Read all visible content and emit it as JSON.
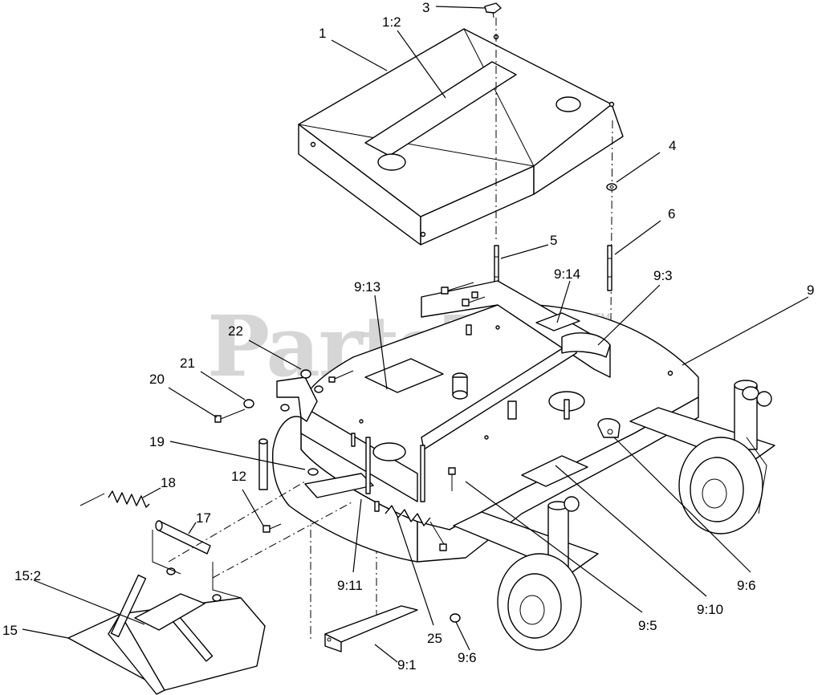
{
  "watermark": {
    "text": "PartsTree",
    "trademark": "TM"
  },
  "callouts": [
    {
      "id": "c-1",
      "label": "1"
    },
    {
      "id": "c-1-2",
      "label": "1:2"
    },
    {
      "id": "c-3",
      "label": "3"
    },
    {
      "id": "c-4",
      "label": "4"
    },
    {
      "id": "c-5",
      "label": "5"
    },
    {
      "id": "c-6",
      "label": "6"
    },
    {
      "id": "c-9",
      "label": "9"
    },
    {
      "id": "c-9-13",
      "label": "9:13"
    },
    {
      "id": "c-9-14",
      "label": "9:14"
    },
    {
      "id": "c-9-3",
      "label": "9:3"
    },
    {
      "id": "c-22",
      "label": "22"
    },
    {
      "id": "c-21",
      "label": "21"
    },
    {
      "id": "c-20",
      "label": "20"
    },
    {
      "id": "c-19",
      "label": "19"
    },
    {
      "id": "c-18",
      "label": "18"
    },
    {
      "id": "c-17",
      "label": "17"
    },
    {
      "id": "c-12",
      "label": "12"
    },
    {
      "id": "c-15-2",
      "label": "15:2"
    },
    {
      "id": "c-15",
      "label": "15"
    },
    {
      "id": "c-9-11",
      "label": "9:11"
    },
    {
      "id": "c-9-1",
      "label": "9:1"
    },
    {
      "id": "c-25",
      "label": "25"
    },
    {
      "id": "c-9-6b",
      "label": "9:6"
    },
    {
      "id": "c-9-5",
      "label": "9:5"
    },
    {
      "id": "c-9-10",
      "label": "9:10"
    },
    {
      "id": "c-9-6a",
      "label": "9:6"
    }
  ]
}
